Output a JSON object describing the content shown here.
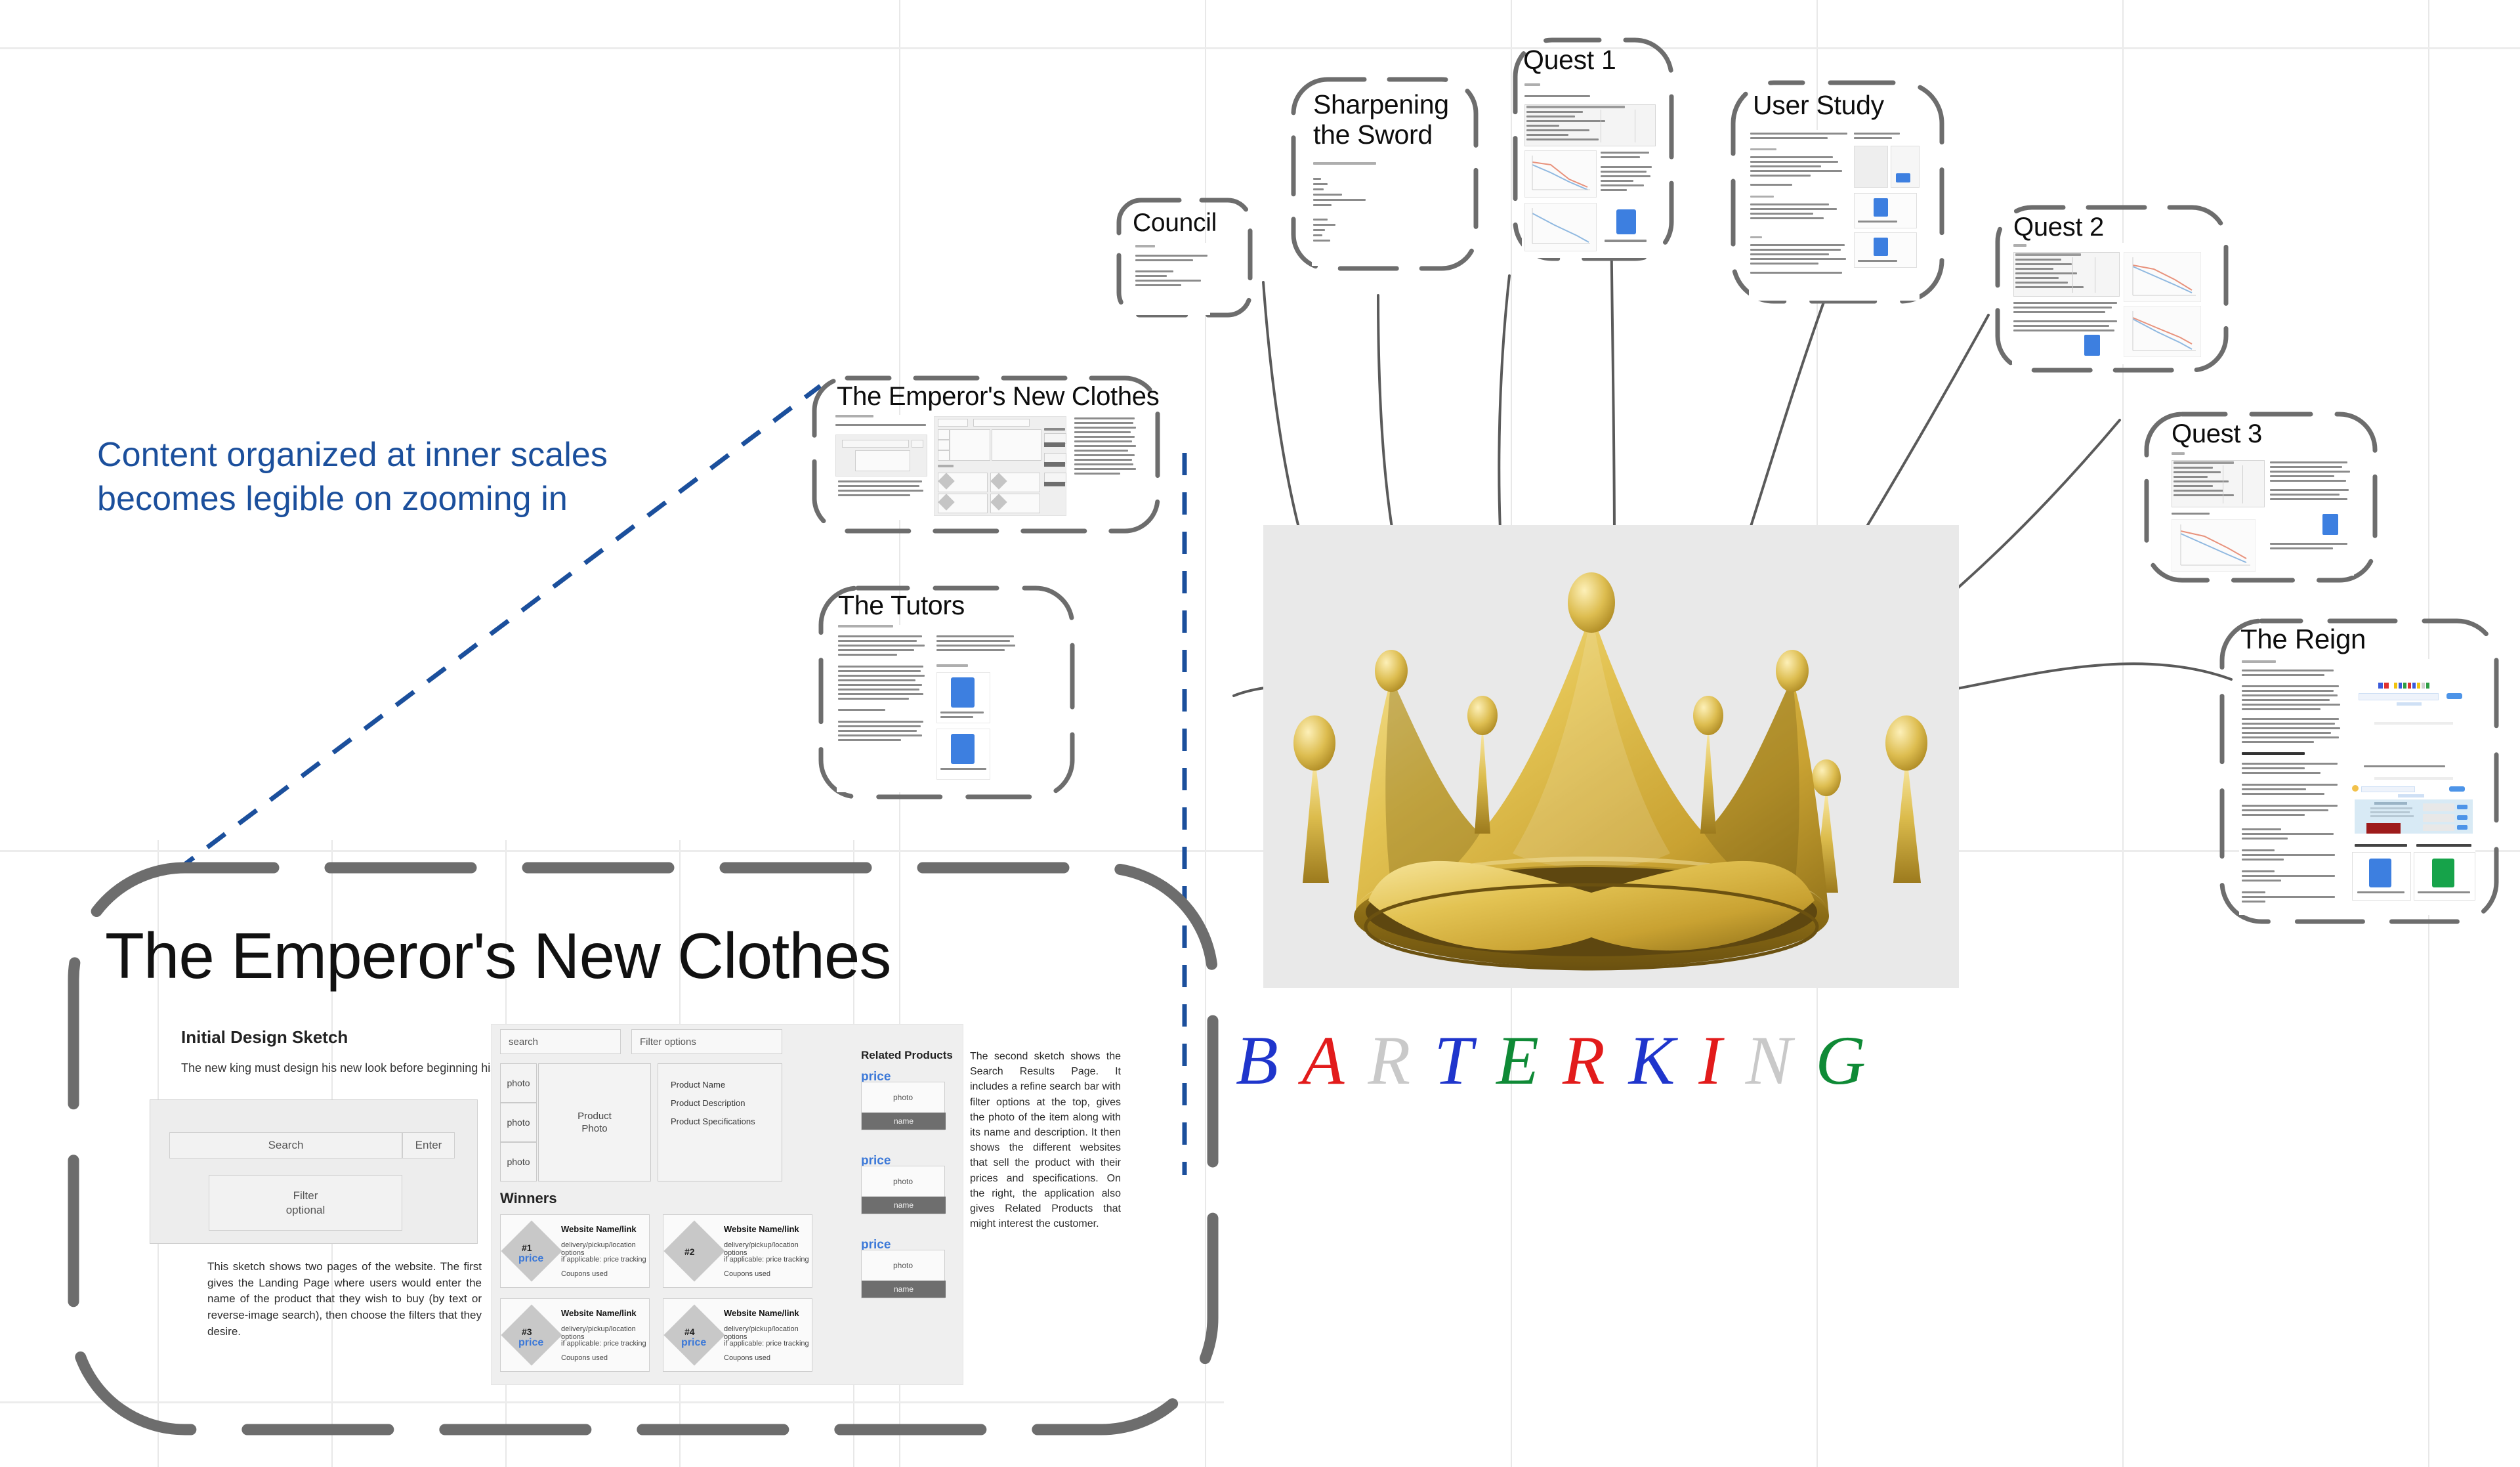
{
  "annotation": {
    "line1": "Content organized at inner scales",
    "line2": "becomes legible on zooming in",
    "color": "#1b4f9c"
  },
  "logo": {
    "text": "BARTERKING",
    "letters": [
      {
        "ch": "B",
        "color": "#1f35cc"
      },
      {
        "ch": "A",
        "color": "#e21b1b"
      },
      {
        "ch": "R",
        "color": "#c9c9c9"
      },
      {
        "ch": "T",
        "color": "#1f35cc"
      },
      {
        "ch": "E",
        "color": "#0f8a36"
      },
      {
        "ch": "R",
        "color": "#e21b1b"
      },
      {
        "ch": "K",
        "color": "#1f35cc"
      },
      {
        "ch": "I",
        "color": "#e21b1b"
      },
      {
        "ch": "N",
        "color": "#c9c9c9"
      },
      {
        "ch": "G",
        "color": "#0f8a36"
      }
    ]
  },
  "center": {
    "image_name": "golden-crown",
    "background": "#e9e9e9"
  },
  "nodes": [
    {
      "id": "council",
      "title": "Council",
      "subtitle": "Our Team"
    },
    {
      "id": "sharpening",
      "title": "Sharpening\nthe Sword",
      "subtitle": "Technical break and specifications"
    },
    {
      "id": "quest1",
      "title": "Quest 1",
      "subtitle": "Sprint 1"
    },
    {
      "id": "userstudy",
      "title": "User Study",
      "subtitle": "Usability evaluation"
    },
    {
      "id": "quest2",
      "title": "Quest 2",
      "subtitle": "Sprint 2"
    },
    {
      "id": "quest3",
      "title": "Quest 3",
      "subtitle": "Sprint 3"
    },
    {
      "id": "reign",
      "title": "The Reign",
      "subtitle": "Product Overview"
    },
    {
      "id": "emperor",
      "title": "The Emperor's New Clothes",
      "subtitle": "Initial Design Sketch"
    },
    {
      "id": "tutors",
      "title": "The Tutors",
      "subtitle": "Technology Ideas and Background / Plan"
    }
  ],
  "zoom_panel": {
    "title": "The Emperor's New Clothes",
    "section_heading": "Initial Design Sketch",
    "intro": "The new king must design his new look before beginning his first task.",
    "left_caption": "This sketch shows two pages of the website. The first gives the Landing Page where users would enter the name of the product that they wish to buy (by text or reverse-image search), then choose the filters that they desire.",
    "right_caption": "The second sketch shows the Search Results Page. It includes a refine search bar with filter options at the top, gives the photo of the item along with its name and description. It then shows the different websites that sell the product with their prices and specifications. On the right, the application also gives Related Products that might interest the customer.",
    "landing": {
      "search_label": "Search",
      "enter_label": "Enter",
      "filter_label": "Filter\noptional"
    },
    "results": {
      "search_field": "search",
      "filter_field": "Filter options",
      "photo_label": "photo",
      "product_photo_label": "Product\nPhoto",
      "detail_lines": [
        "Product Name",
        "Product Description",
        "Product Specifications"
      ],
      "winners_heading": "Winners",
      "winner_bullets": [
        "delivery/pickup/location options",
        "if applicable: price tracking",
        "Coupons used"
      ],
      "winner_title": "Website Name/link",
      "price_label": "price",
      "ranks": [
        "#1",
        "#2",
        "#3",
        "#4"
      ],
      "related_heading": "Related Products",
      "related_photo": "photo",
      "related_name": "name"
    }
  }
}
